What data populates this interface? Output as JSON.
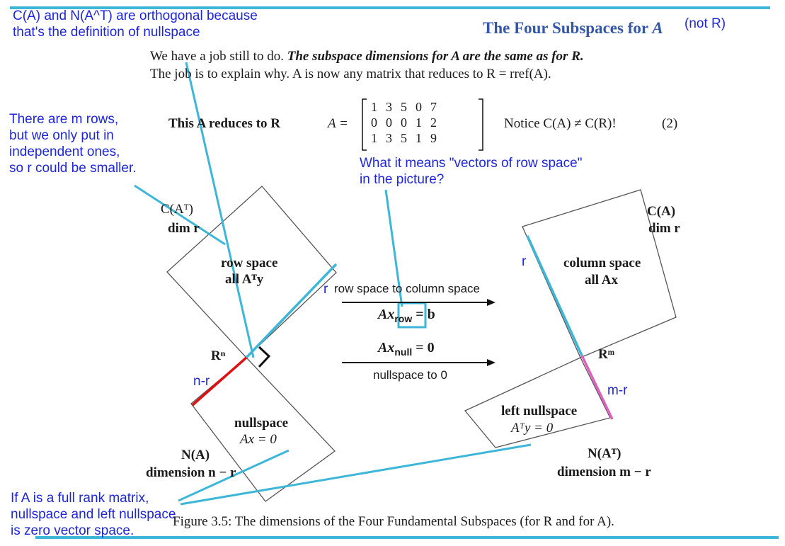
{
  "annotations": {
    "top_left": [
      "C(A) and N(A^T) are orthogonal because",
      "that's the definition of nullspace"
    ],
    "not_r": "(not R)",
    "left_rows": [
      "There are m rows,",
      "but we only put in",
      "independent ones,",
      "so r could be smaller."
    ],
    "row_vectors": [
      "What it means \"vectors of row space\"",
      "in the picture?"
    ],
    "bottom_left": [
      "If A is a full rank matrix,",
      "nullspace and left nullspace",
      "is zero vector space."
    ],
    "r_left": "r",
    "r_right": "r",
    "n_minus_r": "n-r",
    "m_minus_r": "m-r",
    "row_to_col": "row space to column space",
    "null_to_zero": "nullspace to 0"
  },
  "page": {
    "title_prefix": "The Four Subspaces for ",
    "title_var": "A",
    "intro_line1_plain": "We have a job still to do. ",
    "intro_line1_bold": "The subspace dimensions for A are the same as for R.",
    "intro_line2": "The job is to explain why. A is now any matrix that reduces to R = rref(A).",
    "example_label": "This A reduces to R",
    "matrix_lhs": "A =",
    "matrix_rows": [
      [
        "1",
        "3",
        "5",
        "0",
        "7"
      ],
      [
        "0",
        "0",
        "0",
        "1",
        "2"
      ],
      [
        "1",
        "3",
        "5",
        "1",
        "9"
      ]
    ],
    "notice": "Notice C(A) ≠ C(R)!",
    "eq_number": "(2)",
    "caption": "Figure 3.5: The dimensions of the Four Fundamental Subspaces (for R and for A)."
  },
  "figure": {
    "row_space_name": "C(Aᵀ)",
    "row_space_dim": "dim r",
    "row_space_label": "row space",
    "row_space_sub": "all Aᵀy",
    "Rn": "Rⁿ",
    "nullspace_label": "nullspace",
    "nullspace_eq": "Ax = 0",
    "nullspace_name": "N(A)",
    "nullspace_dim": "dimension n − r",
    "col_space_name": "C(A)",
    "col_space_dim": "dim r",
    "col_space_label": "column space",
    "col_space_sub": "all Ax",
    "Rm": "Rᵐ",
    "left_null_label": "left nullspace",
    "left_null_eq": "Aᵀy = 0",
    "left_null_name": "N(Aᵀ)",
    "left_null_dim": "dimension m − r",
    "arrow_top_eq_pre": "Ax",
    "arrow_top_sub": "row",
    "arrow_top_eq_post": "= b",
    "arrow_bottom_eq_pre": "Ax",
    "arrow_bottom_sub": "null",
    "arrow_bottom_eq_post": "= 0"
  }
}
